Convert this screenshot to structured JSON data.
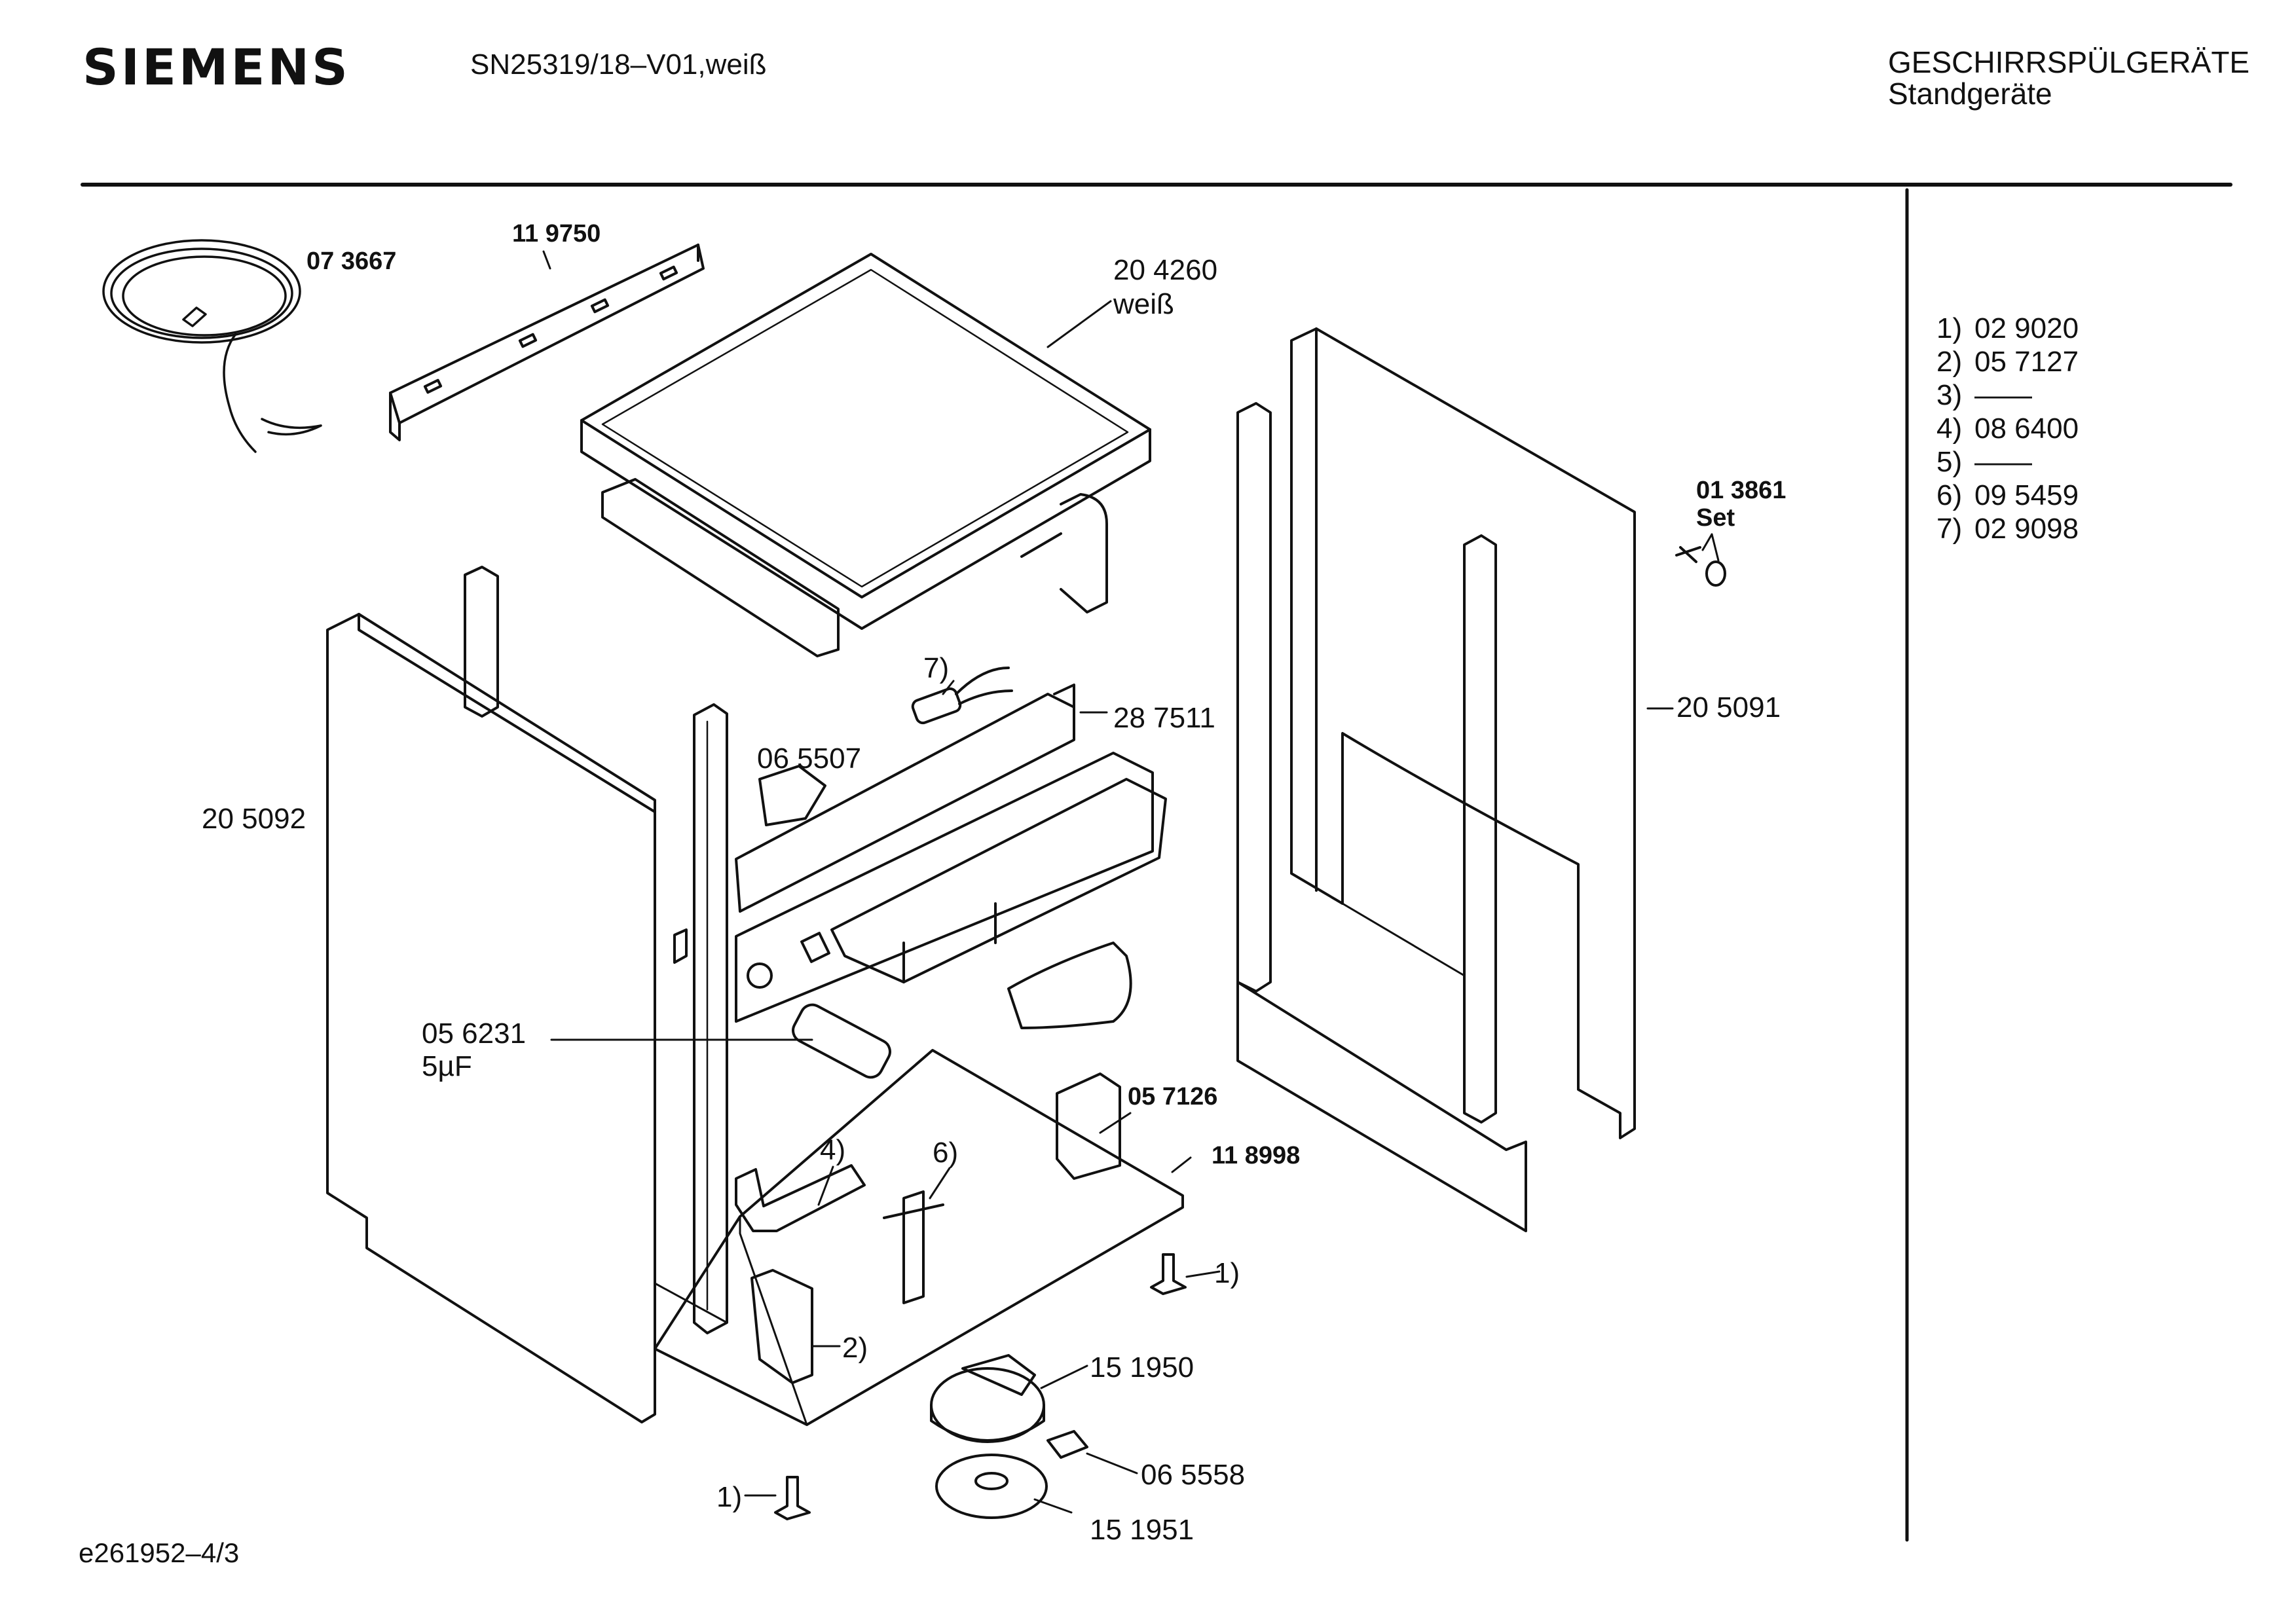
{
  "header": {
    "brand": "SIEMENS",
    "model": "SN25319/18–V01,weiß",
    "category": "GESCHIRRSPÜLGERÄTE",
    "subcategory": "Standgeräte"
  },
  "footer": {
    "drawing_id": "e261952–4/3"
  },
  "legend": [
    {
      "key": "1)",
      "value": "02 9020"
    },
    {
      "key": "2)",
      "value": "05 7127"
    },
    {
      "key": "3)",
      "value": "——"
    },
    {
      "key": "4)",
      "value": "08 6400"
    },
    {
      "key": "5)",
      "value": "——"
    },
    {
      "key": "6)",
      "value": "09 5459"
    },
    {
      "key": "7)",
      "value": "02 9098"
    }
  ],
  "callouts": {
    "c073667": "07 3667",
    "c119750": "11 9750",
    "c204260": "20 4260",
    "c204260_note": "weiß",
    "c013861": "01 3861",
    "c013861_note": "Set",
    "c7": "7)",
    "c287511": "28 7511",
    "c205091": "20 5091",
    "c065507": "06 5507",
    "c205092": "20 5092",
    "c056231": "05 6231",
    "c056231_note": "5µF",
    "c057126": "05 7126",
    "c118998": "11 8998",
    "c4": "4)",
    "c6": "6)",
    "c1a": "1)",
    "c2": "2)",
    "c151950": "15 1950",
    "c065558": "06 5558",
    "c1b": "1)",
    "c151951": "15 1951"
  }
}
